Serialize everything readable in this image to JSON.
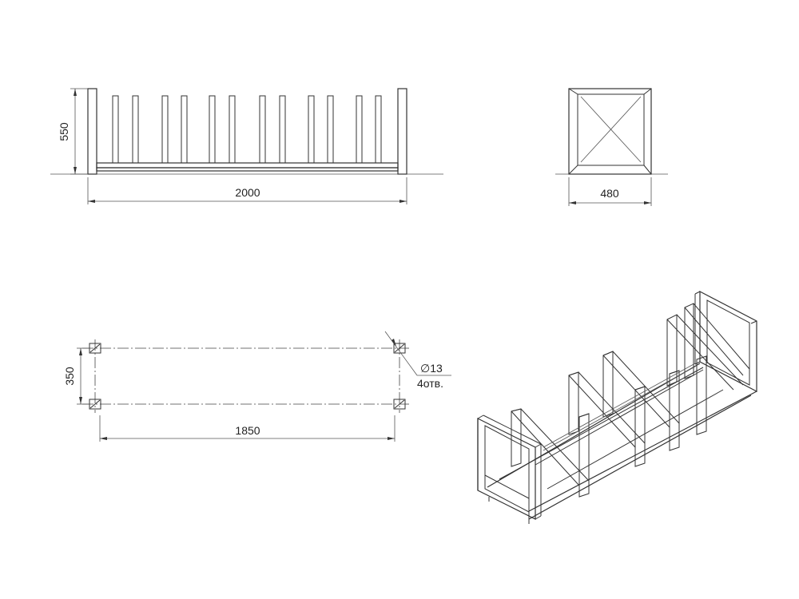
{
  "views": {
    "front": {
      "length_label": "2000",
      "height_label": "550"
    },
    "side": {
      "width_label": "480"
    },
    "plan": {
      "span_label": "1850",
      "depth_label": "350",
      "hole_diameter_label": "∅13",
      "hole_count_label": "4отв."
    },
    "isometric": {}
  },
  "colors": {
    "line": "#333333",
    "background": "#ffffff"
  }
}
